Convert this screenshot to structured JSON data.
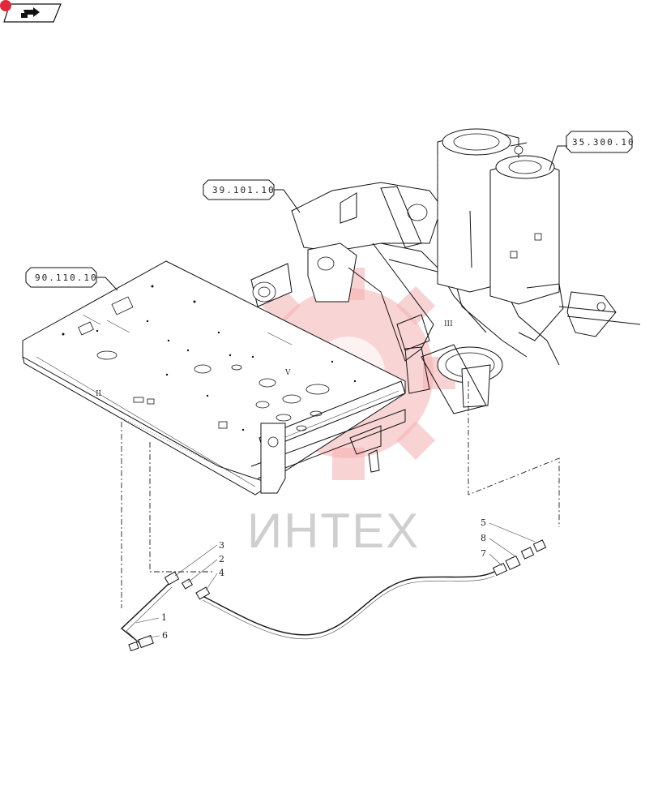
{
  "nav": {
    "icon": "next-page-icon",
    "accent": "#e0283a"
  },
  "references": {
    "hydraulic_tank": "35.300.10",
    "frame": "39.101.10",
    "platform": "90.110.10"
  },
  "callouts": [
    "1",
    "2",
    "3",
    "4",
    "5",
    "6",
    "7",
    "8"
  ],
  "view_marks": {
    "platform": "II",
    "floor": "V",
    "frame_rear": "III"
  },
  "watermark": {
    "text": "ИНТЕХ",
    "gear_color": "#f4b0b0"
  }
}
